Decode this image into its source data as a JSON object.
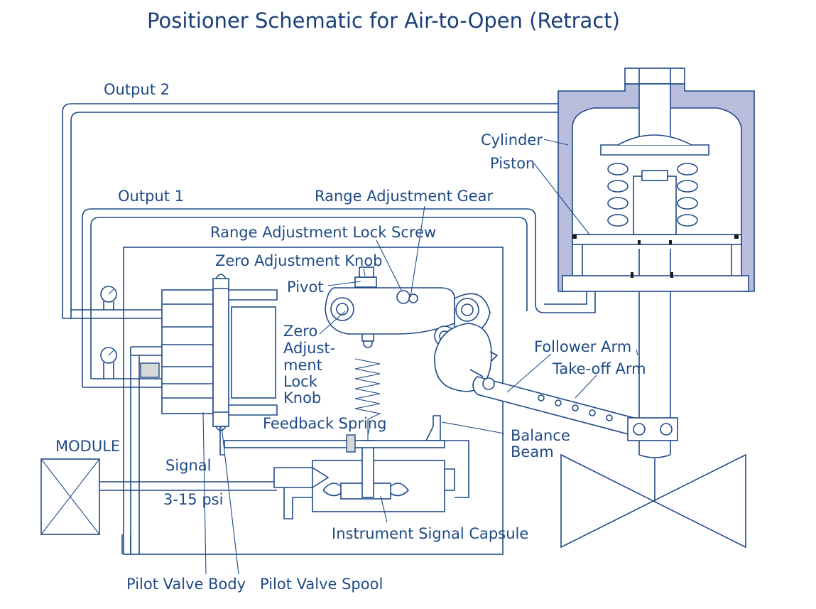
{
  "title": "Positioner Schematic for Air-to-Open (Retract)",
  "labels": {
    "output2": "Output 2",
    "output1": "Output 1",
    "cylinder": "Cylinder",
    "piston": "Piston",
    "range_adjustment_gear": "Range Adjustment Gear",
    "range_adjustment_lock_screw": "Range Adjustment Lock Screw",
    "zero_adjustment_knob": "Zero Adjustment Knob",
    "pivot": "Pivot",
    "zero_adjustment_lock_knob": [
      "Zero",
      "Adjust-",
      "ment",
      "Lock",
      "Knob"
    ],
    "follower_arm": "Follower Arm",
    "take_off_arm": "Take-off Arm",
    "feedback_spring": "Feedback Spring",
    "balance_beam": [
      "Balance",
      "Beam"
    ],
    "module": "MODULE",
    "signal": "Signal",
    "signal_range": "3-15 psi",
    "instrument_signal_capsule": "Instrument Signal Capsule",
    "pilot_valve_body": "Pilot Valve Body",
    "pilot_valve_spool": "Pilot Valve Spool"
  },
  "colors": {
    "line": "#1f4a86",
    "title": "#1b3f7a",
    "cylinder_fill": "#b9bedf"
  }
}
